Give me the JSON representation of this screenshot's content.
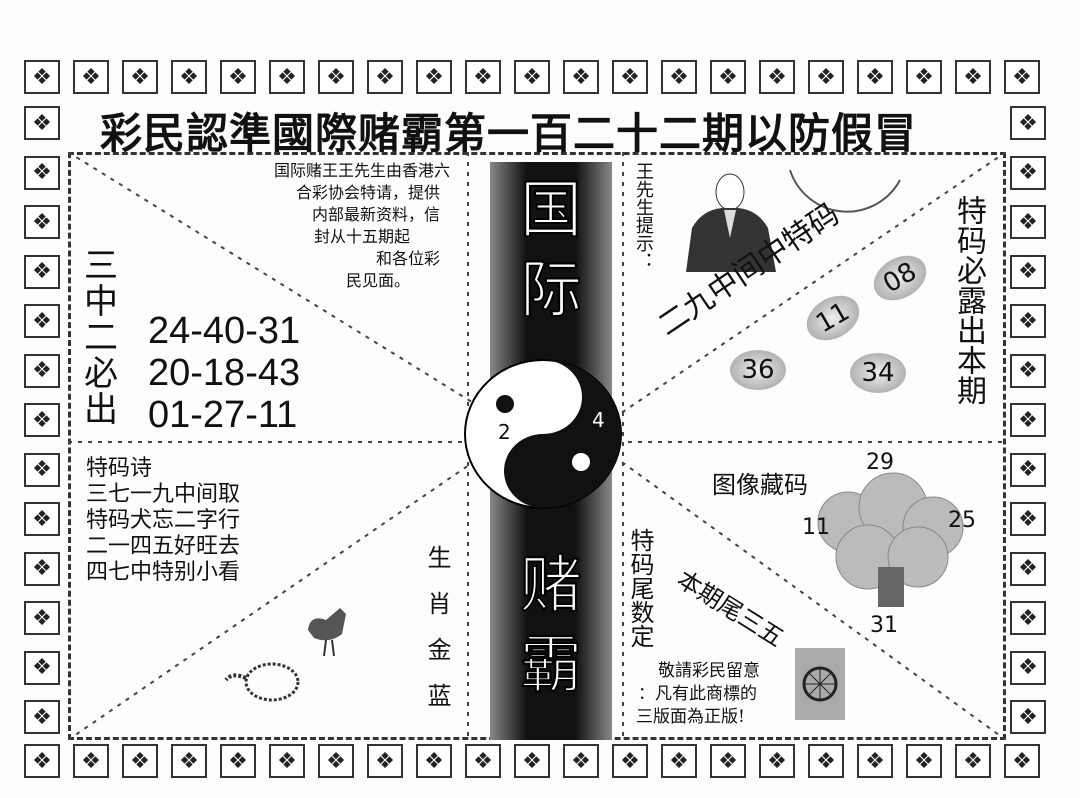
{
  "title": "彩民認準國際赌霸第一百二十二期以防假冒",
  "border_tile_icon": "diamond-ornament-icon",
  "intro": [
    "国际赌王王先生由香港六",
    "合彩协会特请，提供",
    "内部最新资料，信",
    "封从十五期起",
    "和各位彩",
    "民见面。"
  ],
  "three_label": [
    "三",
    "中",
    "二",
    "必",
    "出"
  ],
  "number_sets": [
    "24-40-31",
    "20-18-43",
    "01-27-11"
  ],
  "center": {
    "top": [
      "国",
      "际"
    ],
    "bottom": [
      "赌",
      "霸"
    ],
    "yin_yang_numbers": [
      "2",
      "4"
    ]
  },
  "tip_label": "王先生提示：",
  "diagonal_tip": "二九中间中特码",
  "right_vertical": "特码必露出本期",
  "balls": [
    "08",
    "11",
    "36",
    "34"
  ],
  "poem": {
    "title": "特码诗",
    "lines": [
      "三七一九中间取",
      "特码犬忘二字行",
      "二一四五好旺去",
      "四七中特别小看"
    ]
  },
  "zodiac_label": "生肖金蓝",
  "image_code": {
    "label": "图像藏码",
    "numbers": [
      "29",
      "11",
      "25",
      "31"
    ]
  },
  "tail_label": "特码尾数定",
  "tail_diagonal": "本期尾三五",
  "notice": [
    "敬請彩民留意",
    "：凡有此商標的",
    "三版面為正版!"
  ],
  "colors": {
    "ink": "#111111",
    "band": "#222222"
  }
}
